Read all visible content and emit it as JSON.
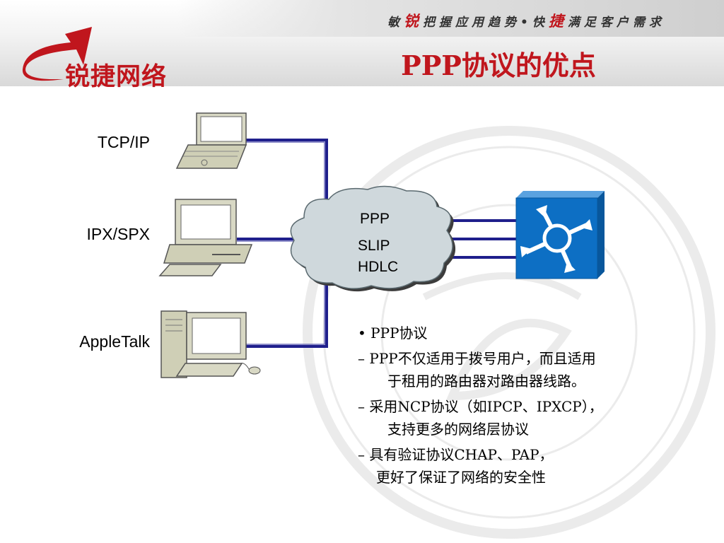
{
  "header": {
    "slogan_part1": "敏",
    "slogan_red1": "锐",
    "slogan_part2": "把握应用趋势•快",
    "slogan_red2": "捷",
    "slogan_part3": "满足客户需求",
    "logo_text": "锐捷网络",
    "title": "PPP协议的优点"
  },
  "diagram": {
    "labels": [
      "TCP/IP",
      "IPX/SPX",
      "AppleTalk"
    ],
    "cloud_labels": [
      "PPP",
      "SLIP",
      "HDLC"
    ]
  },
  "bullets": {
    "main": "• PPP协议",
    "item1_line1": "– PPP不仅适用于拨号用户，而且适用",
    "item1_line2": "于租用的路由器对路由器线路。",
    "item2_line1": "– 采用NCP协议（如IPCP、IPXCP），",
    "item2_line2": "支持更多的网络层协议",
    "item3_line1": "– 具有验证协议CHAP、PAP，",
    "item3_line2": "更好了保证了网络的安全性"
  },
  "colors": {
    "brand_red": "#c0161d",
    "line_blue": "#1f1f8c",
    "switch_blue": "#0d6fc4"
  },
  "icons": [
    "laptop-icon",
    "desktop-computer-icon",
    "tower-computer-icon",
    "cloud-icon",
    "layer3-switch-icon",
    "watermark-seal"
  ]
}
